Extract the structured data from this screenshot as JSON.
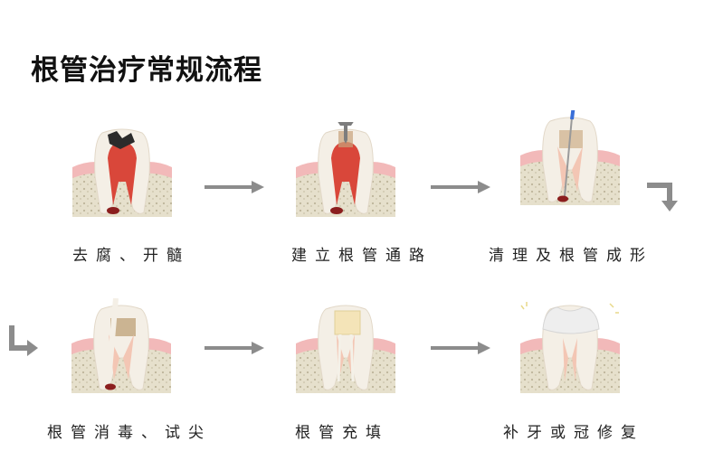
{
  "title": "根管治疗常规流程",
  "steps": [
    {
      "label": "去腐、开髓"
    },
    {
      "label": "建立根管通路"
    },
    {
      "label": "清理及根管成形"
    },
    {
      "label": "根管消毒、试尖"
    },
    {
      "label": "根管充填"
    },
    {
      "label": "补牙或冠修复"
    }
  ],
  "colors": {
    "gum": "#f2b9b9",
    "bone": "#e3ddc8",
    "enamel": "#f4efe6",
    "pulp_infected": "#d9473a",
    "pulp_clean": "#f3c6b4",
    "filling": "#f4e4b8",
    "arrow": "#8c8c8c"
  }
}
